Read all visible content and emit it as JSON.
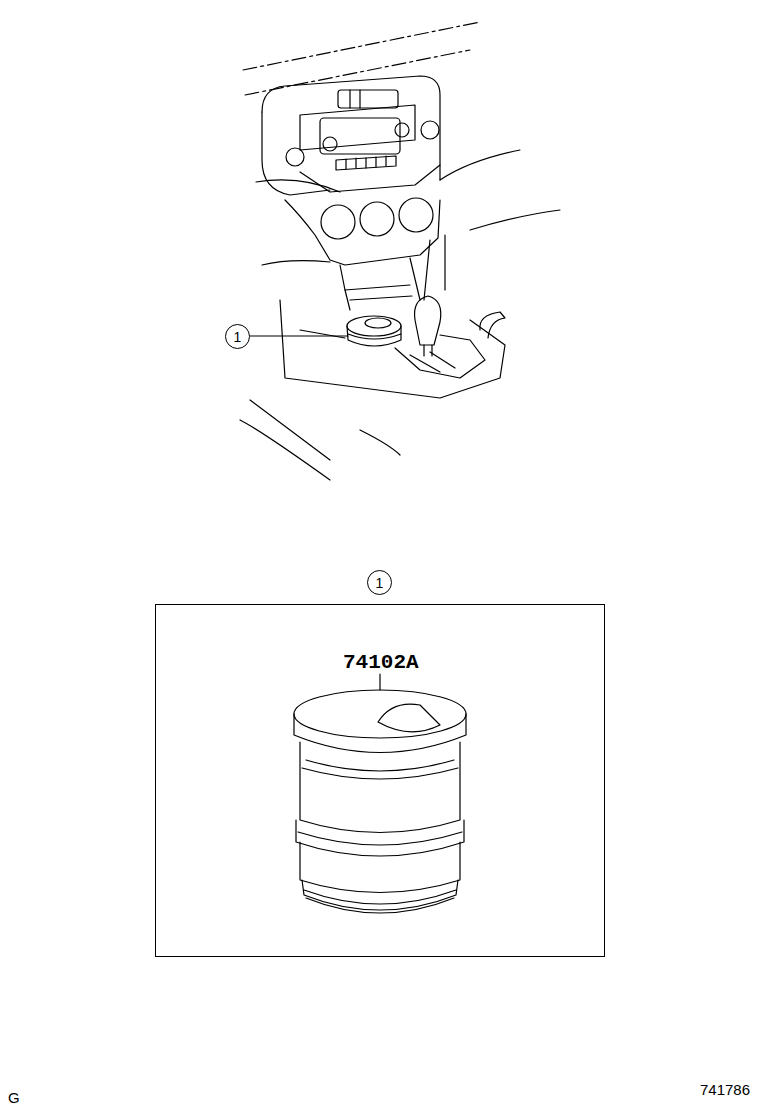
{
  "diagram": {
    "nodes": [
      {
        "text": [
          "1"
        ]
      },
      {
        "text": [
          "1"
        ]
      },
      {
        "text": [
          "74102A"
        ]
      }
    ],
    "labels": [
      "G",
      "741786"
    ]
  }
}
